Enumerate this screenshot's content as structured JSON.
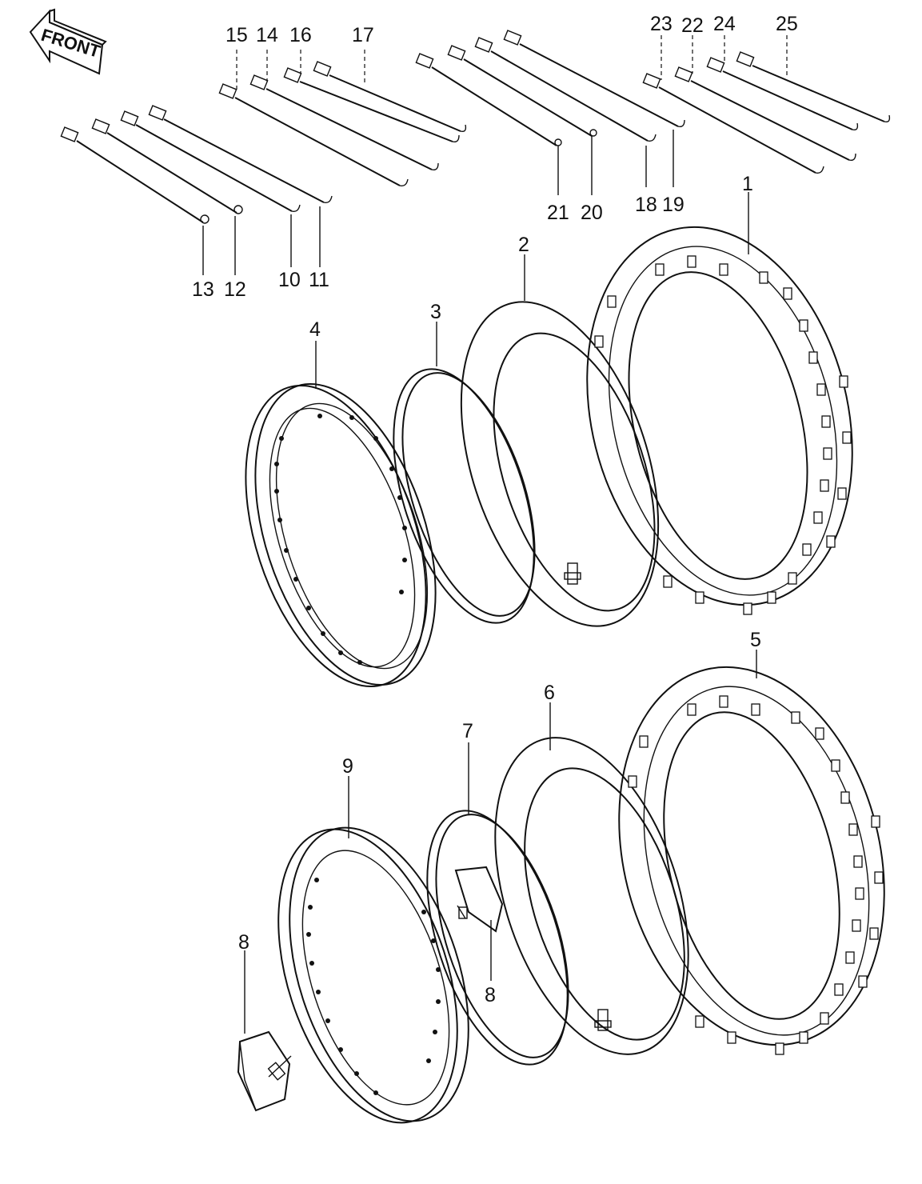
{
  "front_badge": "FRONT",
  "callouts": {
    "c1": "1",
    "c2": "2",
    "c3": "3",
    "c4": "4",
    "c5": "5",
    "c6": "6",
    "c7": "7",
    "c8a": "8",
    "c8b": "8",
    "c9": "9",
    "c10": "10",
    "c11": "11",
    "c12": "12",
    "c13": "13",
    "c14": "14",
    "c15": "15",
    "c16": "16",
    "c17": "17",
    "c18": "18",
    "c19": "19",
    "c20": "20",
    "c21": "21",
    "c22": "22",
    "c23": "23",
    "c24": "24",
    "c25": "25"
  }
}
